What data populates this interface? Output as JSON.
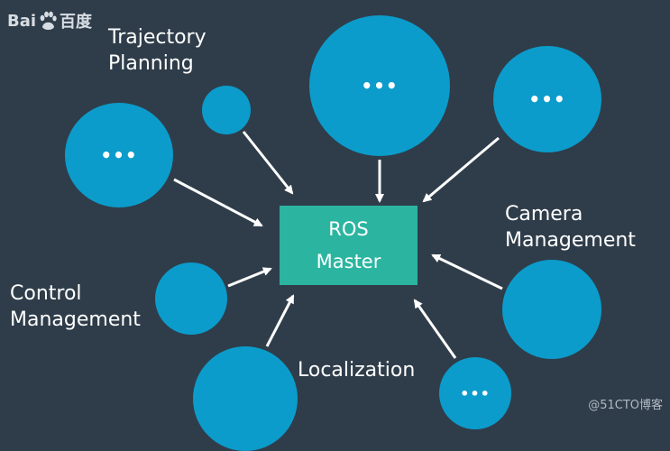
{
  "logo": {
    "text_left": "Bai",
    "text_right": "百度"
  },
  "master": {
    "line1": "ROS",
    "line2": "Master"
  },
  "labels": {
    "trajectory": "Trajectory\nPlanning",
    "camera": "Camera\nManagement",
    "control": "Control\nManagement",
    "localization": "Localization"
  },
  "node_ellipsis": "•••",
  "watermark": "@51CTO博客",
  "colors": {
    "background": "#2f3d4a",
    "node": "#0b9ccb",
    "master": "#2bb5a0"
  }
}
